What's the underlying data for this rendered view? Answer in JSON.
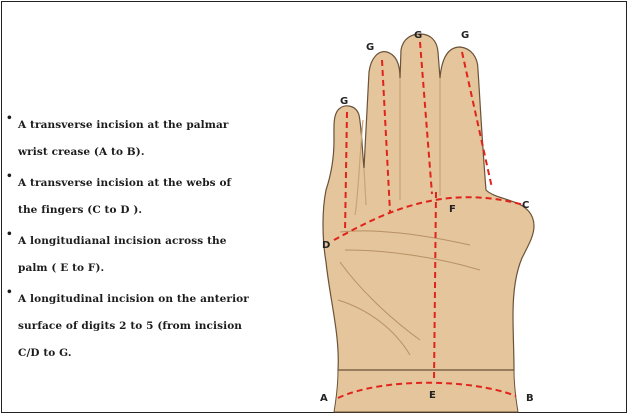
{
  "bullets": [
    {
      "bullet": "•",
      "lines": [
        "A transverse incision at the palmar",
        "wrist crease (A to B)."
      ]
    },
    {
      "bullet": "•",
      "lines": [
        "A transverse incision at the webs of",
        "the fingers (C to D )."
      ]
    },
    {
      "bullet": "•",
      "lines": [
        "A longitudianal incision across the",
        "palm ( E to F)."
      ]
    },
    {
      "bullet": "•",
      "lines": [
        "A longitudinal incision on the anterior",
        "surface of digits 2 to 5 (from incision",
        "C/D to G."
      ]
    }
  ],
  "labels": {
    "g1": "G",
    "g2": "G",
    "g3": "G",
    "g4": "G",
    "a": "A",
    "b": "B",
    "c": "C",
    "d": "D",
    "e": "E",
    "f": "F"
  },
  "colors": {
    "skin": "#e4c59c",
    "skin_shadow": "#caa377",
    "outline": "#6b5238",
    "incision": "#e0241b"
  }
}
